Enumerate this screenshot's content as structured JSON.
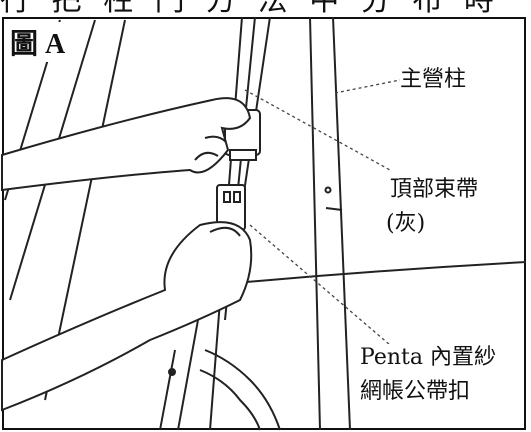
{
  "top_cut_text": "行 把 柱 門 方 法 中 分 布 時",
  "figure_title": "圖 A",
  "labels": {
    "main_pole": "主營柱",
    "top_strap_line1": "頂部束帶",
    "top_strap_line2": "(灰)",
    "buckle_line1": "Penta 內置紗",
    "buckle_line2": "網帳公帶扣"
  }
}
